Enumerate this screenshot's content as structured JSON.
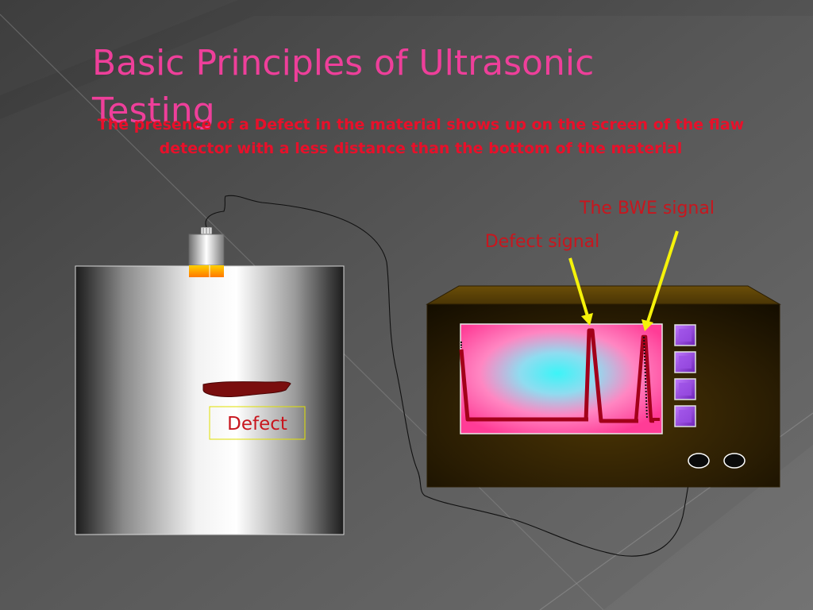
{
  "slide": {
    "title": "Basic Principles of Ultrasonic Testing",
    "description": "The presence of a Defect in the material shows up on the screen of the flaw detector with a less distance than the bottom of the material"
  },
  "labels": {
    "defect": "Defect",
    "defect_signal": "Defect signal",
    "bwe_signal": "The BWE signal"
  },
  "colors": {
    "title": "#ee3f9a",
    "description": "#e8102a",
    "label_red": "#c8161e",
    "arrow": "#f5f20a",
    "screen_outer": "#ff3c96",
    "screen_inner": "#3cf0f5",
    "trace": "#a3001a",
    "button": "#8c3cdc",
    "defect": "#7a0e0e"
  },
  "icons": {
    "probe": "ultrasonic-probe-icon",
    "knob": "knob-icon"
  }
}
